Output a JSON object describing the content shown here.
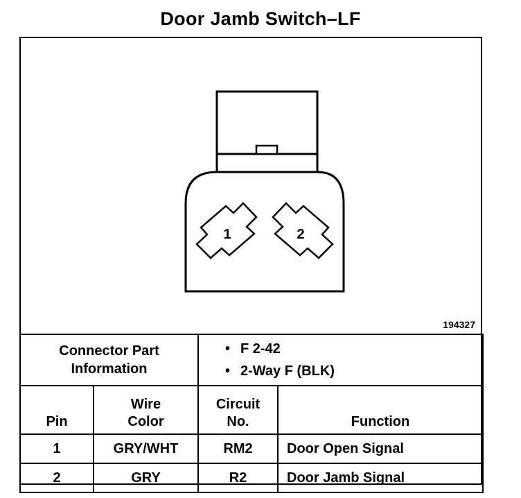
{
  "title": "Door Jamb Switch–LF",
  "figure_number": "194327",
  "connector": {
    "pins": [
      {
        "label": "1"
      },
      {
        "label": "2"
      }
    ]
  },
  "part_info": {
    "label_line1": "Connector Part",
    "label_line2": "Information",
    "bullet": "•",
    "items": [
      "F 2-42",
      "2-Way F (BLK)"
    ]
  },
  "table": {
    "headers": {
      "pin": "Pin",
      "wire_color_1": "Wire",
      "wire_color_2": "Color",
      "circuit_1": "Circuit",
      "circuit_2": "No.",
      "function": "Function"
    },
    "rows": [
      {
        "pin": "1",
        "wire_color": "GRY/WHT",
        "circuit": "RM2",
        "function": "Door Open Signal"
      },
      {
        "pin": "2",
        "wire_color": "GRY",
        "circuit": "R2",
        "function": "Door Jamb Signal"
      }
    ]
  }
}
